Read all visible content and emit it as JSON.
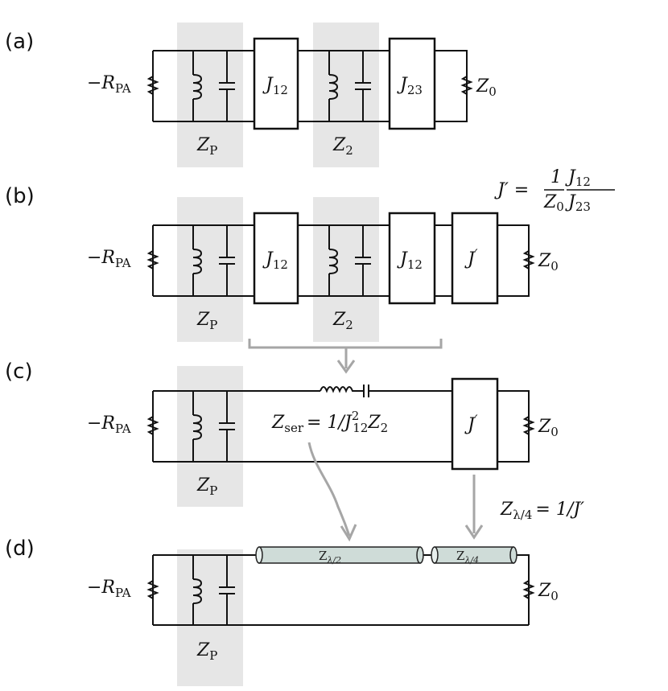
{
  "panels": {
    "a": {
      "label": "(a)"
    },
    "b": {
      "label": "(b)"
    },
    "c": {
      "label": "(c)"
    },
    "d": {
      "label": "(d)"
    }
  },
  "labels": {
    "r_pa_main": "−R",
    "r_pa_sub": "PA",
    "z0_main": "Z",
    "z0_sub": "0",
    "zp_main": "Z",
    "zp_sub": "P",
    "z2_main": "Z",
    "z2_sub": "2",
    "j_main": "J",
    "j12_sub": "12",
    "j23_sub": "23",
    "jprime": "J",
    "prime": "′"
  },
  "equations": {
    "jprime_lhs": "J′ =",
    "jprime_num1": "1",
    "jprime_den1_main": "Z",
    "jprime_den1_sub": "0",
    "jprime_num2_main": "J",
    "jprime_num2_sub": "12",
    "jprime_den2_main": "J",
    "jprime_den2_sub": "23",
    "zser_main": "Z",
    "zser_sub": "ser",
    "zser_rhs": "= 1/J",
    "zser_sup": "2",
    "zser_sub2": "12",
    "zser_tail_main": "Z",
    "zser_tail_sub": "2",
    "zq_main": "Z",
    "zq_sub": "λ/4",
    "zq_rhs": "= 1/J′"
  },
  "tlines": {
    "half_main": "Z",
    "half_sub": "λ/2",
    "quarter_main": "Z",
    "quarter_sub": "λ/4"
  },
  "colors": {
    "shade": "#e6e6e6",
    "arrow": "#a6a6a6",
    "tline": "#cfdcd8"
  }
}
